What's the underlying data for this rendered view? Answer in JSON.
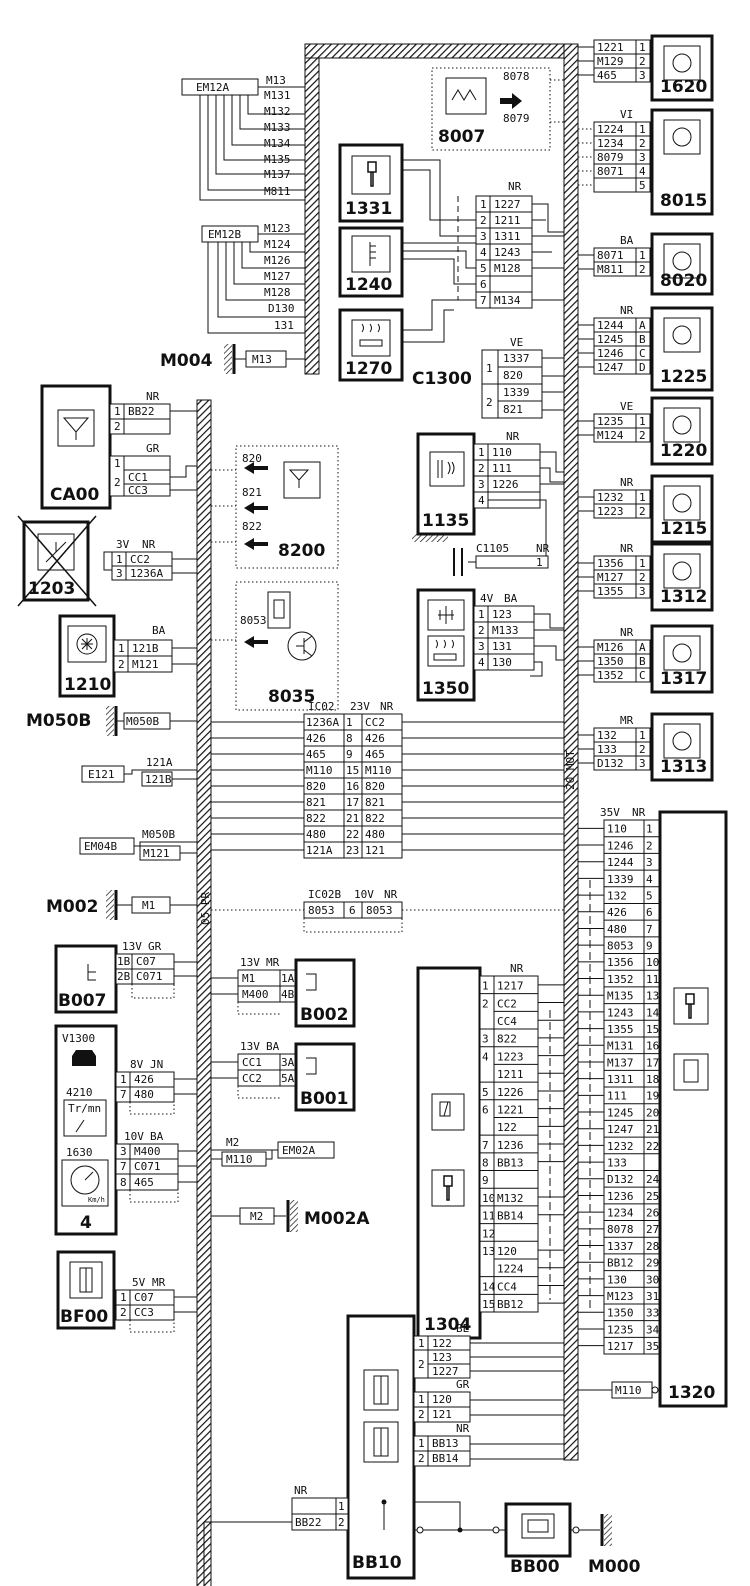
{
  "harness": {
    "left": "05 PR",
    "right": "20 MOT"
  },
  "grounds": {
    "m004": "M004",
    "m050b": "M050B",
    "m002": "M002",
    "m002a": "M002A",
    "m000": "M000"
  },
  "em12a": {
    "label": "EM12A",
    "wires": [
      "M13",
      "M131",
      "M132",
      "M133",
      "M134",
      "M135",
      "M137",
      "M811"
    ]
  },
  "em12b": {
    "label": "EM12B",
    "wires": [
      "M123",
      "M124",
      "M126",
      "M127",
      "M128",
      "D130",
      "131"
    ]
  },
  "m004_wire": "M13",
  "c8007": {
    "id": "8007",
    "a": "8078",
    "b": "8079"
  },
  "c1331": {
    "id": "1331"
  },
  "c1240": {
    "id": "1240"
  },
  "c1270": {
    "id": "1270"
  },
  "nr7": {
    "color": "NR",
    "pins": [
      "1",
      "2",
      "3",
      "4",
      "5",
      "6",
      "7"
    ],
    "wires": [
      "1227",
      "1211",
      "1311",
      "1243",
      "M128",
      "",
      "M134"
    ]
  },
  "c1300": {
    "id": "C1300",
    "color": "VE",
    "pins": [
      "1",
      "2"
    ],
    "wires": [
      "1337",
      "820",
      "1339",
      "821"
    ]
  },
  "c1620": {
    "id": "1620",
    "wires": [
      "1221",
      "M129",
      "465"
    ],
    "pins": [
      "1",
      "2",
      "3"
    ]
  },
  "c8015": {
    "id": "8015",
    "color": "VI",
    "wires": [
      "1224",
      "1234",
      "8079",
      "8071",
      ""
    ],
    "pins": [
      "1",
      "2",
      "3",
      "4",
      "5"
    ]
  },
  "c8020": {
    "id": "8020",
    "color": "BA",
    "wires": [
      "8071",
      "M811"
    ],
    "pins": [
      "1",
      "2"
    ]
  },
  "c1225": {
    "id": "1225",
    "color": "NR",
    "wires": [
      "1244",
      "1245",
      "1246",
      "1247"
    ],
    "pins": [
      "A",
      "B",
      "C",
      "D"
    ]
  },
  "c1220": {
    "id": "1220",
    "color": "VE",
    "wires": [
      "1235",
      "M124"
    ],
    "pins": [
      "1",
      "2"
    ]
  },
  "c1215": {
    "id": "1215",
    "color": "NR",
    "wires": [
      "1232",
      "1223"
    ],
    "pins": [
      "1",
      "2"
    ]
  },
  "c1312": {
    "id": "1312",
    "color": "NR",
    "wires": [
      "1356",
      "M127",
      "1355"
    ],
    "pins": [
      "1",
      "2",
      "3"
    ]
  },
  "c1317": {
    "id": "1317",
    "color": "NR",
    "wires": [
      "M126",
      "1350",
      "1352"
    ],
    "pins": [
      "A",
      "B",
      "C"
    ]
  },
  "c1313": {
    "id": "1313",
    "color": "MR",
    "wires": [
      "132",
      "133",
      "D132"
    ],
    "pins": [
      "1",
      "2",
      "3"
    ]
  },
  "c1135": {
    "id": "1135",
    "color": "NR",
    "pins": [
      "1",
      "2",
      "3",
      "4"
    ],
    "wires": [
      "110",
      "111",
      "1226",
      ""
    ]
  },
  "c1105": {
    "id": "C1105",
    "color": "NR"
  },
  "c1350": {
    "id": "1350",
    "count": "4V",
    "color": "BA",
    "pins": [
      "1",
      "2",
      "3",
      "4"
    ],
    "wires": [
      "123",
      "M133",
      "131",
      "130"
    ]
  },
  "ca00": {
    "id": "CA00",
    "nr": "NR",
    "gr": "GR",
    "pins1": [
      "1",
      "2"
    ],
    "w1": [
      "BB22",
      ""
    ],
    "pins2": [
      "1",
      "2"
    ],
    "w2": [
      "CC1",
      "CC3"
    ]
  },
  "c1203": {
    "id": "1203",
    "count": "3V",
    "color": "NR",
    "pins": [
      "1",
      "3"
    ],
    "wires": [
      "CC2",
      "1236A"
    ]
  },
  "c8200": {
    "id": "8200",
    "lines": [
      "820",
      "821",
      "822"
    ]
  },
  "c8035": {
    "id": "8035",
    "line": "8053"
  },
  "c1210": {
    "id": "1210",
    "color": "BA",
    "pins": [
      "1",
      "2"
    ],
    "wires": [
      "121B",
      "M121"
    ]
  },
  "m050b_wire": "M050B",
  "e121": {
    "id": "E121",
    "a": "121A",
    "b": "121B"
  },
  "em04b": {
    "id": "EM04B",
    "a": "M050B",
    "b": "M121"
  },
  "m002_wire": "M1",
  "ic02": {
    "id": "IC02",
    "count": "23V",
    "color": "NR",
    "left": [
      "1236A",
      "426",
      "465",
      "M110",
      "820",
      "821",
      "822",
      "480",
      "121A"
    ],
    "pins": [
      "1",
      "8",
      "9",
      "15",
      "16",
      "17",
      "21",
      "22",
      "23"
    ],
    "right": [
      "CC2",
      "426",
      "465",
      "M110",
      "820",
      "821",
      "822",
      "480",
      "121"
    ]
  },
  "ic02b": {
    "id": "IC02B",
    "count": "10V",
    "color": "NR",
    "left": "8053",
    "pin": "6",
    "right": "8053"
  },
  "b007": {
    "id": "B007",
    "count": "13V",
    "color": "GR",
    "pins": [
      "1B",
      "2B"
    ],
    "wires": [
      "C07",
      "C071"
    ]
  },
  "b002": {
    "id": "B002",
    "count": "13V",
    "color": "MR",
    "pins": [
      "1A",
      "4B"
    ],
    "wires": [
      "M1",
      "M400"
    ]
  },
  "b001": {
    "id": "B001",
    "count": "13V",
    "color": "BA",
    "pins": [
      "3A",
      "5A"
    ],
    "wires": [
      "CC1",
      "CC2"
    ]
  },
  "cluster": {
    "id": "4",
    "v1300": "V1300",
    "c4210": "4210",
    "unit1": "Tr/mn",
    "c1630": "1630",
    "unit2": "Km/h"
  },
  "jn8": {
    "count": "8V",
    "color": "JN",
    "pins": [
      "1",
      "7"
    ],
    "wires": [
      "426",
      "480"
    ]
  },
  "ba10": {
    "count": "10V",
    "color": "BA",
    "pins": [
      "3",
      "7",
      "8"
    ],
    "wires": [
      "M400",
      "C071",
      "465"
    ]
  },
  "em02a": {
    "id": "EM02A",
    "a": "M2",
    "b": "M110"
  },
  "m002a_wire": "M2",
  "bf00": {
    "id": "BF00",
    "count": "5V",
    "color": "MR",
    "pins": [
      "1",
      "2"
    ],
    "wires": [
      "C07",
      "CC3"
    ]
  },
  "c1304": {
    "id": "1304",
    "color": "NR",
    "pins": [
      "1",
      "2",
      "",
      "3",
      "4",
      "",
      "5",
      "6",
      "",
      "7",
      "8",
      "9",
      "10",
      "11",
      "12",
      "13",
      "",
      "14",
      "15"
    ],
    "wires": [
      "1217",
      "CC2",
      "CC4",
      "822",
      "1223",
      "1211",
      "1226",
      "1221",
      "122",
      "1236",
      "BB13",
      "",
      "M132",
      "BB14",
      "",
      "120",
      "1224",
      "CC4",
      "BB12"
    ]
  },
  "c1320": {
    "id": "1320",
    "count": "35V",
    "color": "NR",
    "wires": [
      "110",
      "1246",
      "1244",
      "1339",
      "132",
      "426",
      "480",
      "8053",
      "1356",
      "1352",
      "M135",
      "1243",
      "1355",
      "M131",
      "M137",
      "1311",
      "111",
      "1245",
      "1247",
      "1232",
      "133",
      "D132",
      "1236",
      "1234",
      "8078",
      "1337",
      "BB12",
      "130",
      "M123",
      "1350",
      "1235",
      "1217"
    ],
    "pins": [
      "1",
      "2",
      "3",
      "4",
      "5",
      "6",
      "7",
      "9",
      "10",
      "11",
      "13",
      "14",
      "15",
      "16",
      "17",
      "18",
      "19",
      "20",
      "21",
      "22",
      "",
      "24",
      "25",
      "26",
      "27",
      "28",
      "29",
      "30",
      "31",
      "33",
      "34",
      "35"
    ],
    "m110": "M110"
  },
  "bb10": {
    "id": "BB10",
    "be": "BE",
    "gr": "GR",
    "nr": "NR",
    "wires_be": [
      "122",
      "123",
      "1227"
    ],
    "pins_be": [
      "1",
      "2"
    ],
    "wires_gr": [
      "120",
      "121"
    ],
    "pins_gr": [
      "1",
      "2"
    ],
    "wires_nr": [
      "BB13",
      "BB14"
    ],
    "pins_nr": [
      "1",
      "2"
    ],
    "left_color": "NR",
    "left_pins": [
      "1",
      "2"
    ],
    "left_wires": [
      "",
      "BB22"
    ]
  },
  "bb00": {
    "id": "BB00"
  }
}
